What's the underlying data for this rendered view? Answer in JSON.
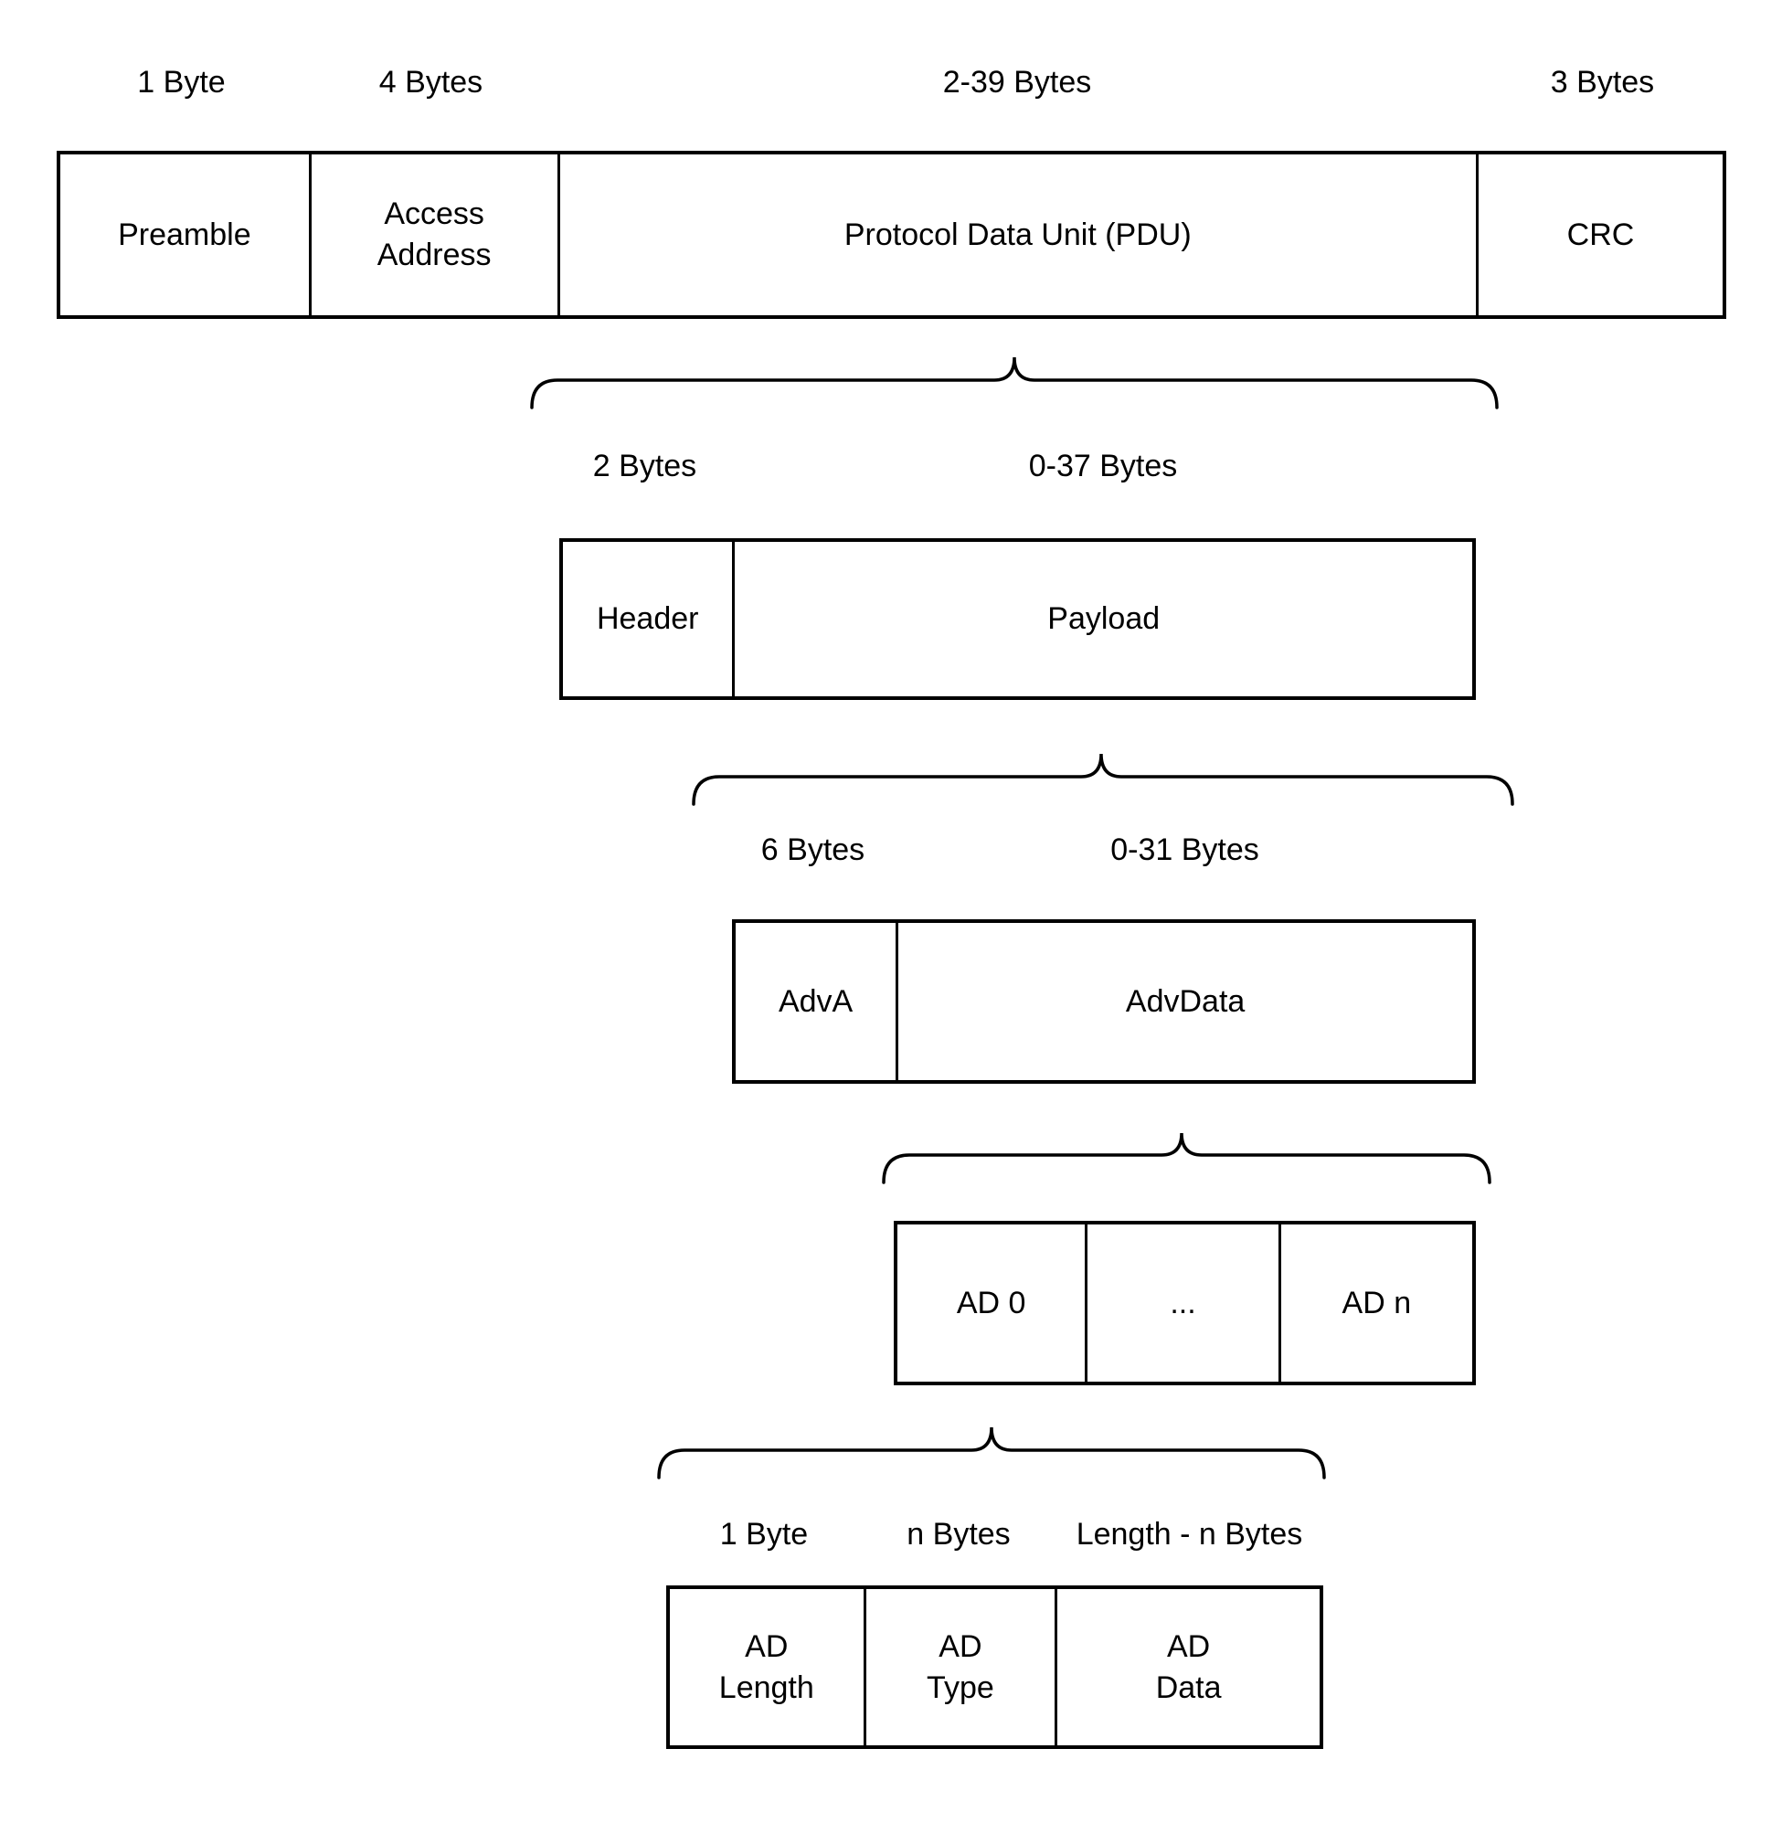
{
  "colors": {
    "background": "#ffffff",
    "line": "#000000",
    "text": "#000000"
  },
  "levels": {
    "packet": {
      "sizes": [
        "1 Byte",
        "4 Bytes",
        "2-39 Bytes",
        "3 Bytes"
      ],
      "cells": [
        "Preamble",
        "Access\nAddress",
        "Protocol Data Unit (PDU)",
        "CRC"
      ]
    },
    "pdu": {
      "sizes": [
        "2 Bytes",
        "0-37 Bytes"
      ],
      "cells": [
        "Header",
        "Payload"
      ]
    },
    "payload": {
      "sizes": [
        "6 Bytes",
        "0-31 Bytes"
      ],
      "cells": [
        "AdvA",
        "AdvData"
      ]
    },
    "advdata": {
      "cells": [
        "AD 0",
        "...",
        "AD n"
      ]
    },
    "ad_structure": {
      "sizes": [
        "1 Byte",
        "n Bytes",
        "Length - n Bytes"
      ],
      "cells": [
        "AD\nLength",
        "AD\nType",
        "AD\nData"
      ]
    }
  }
}
